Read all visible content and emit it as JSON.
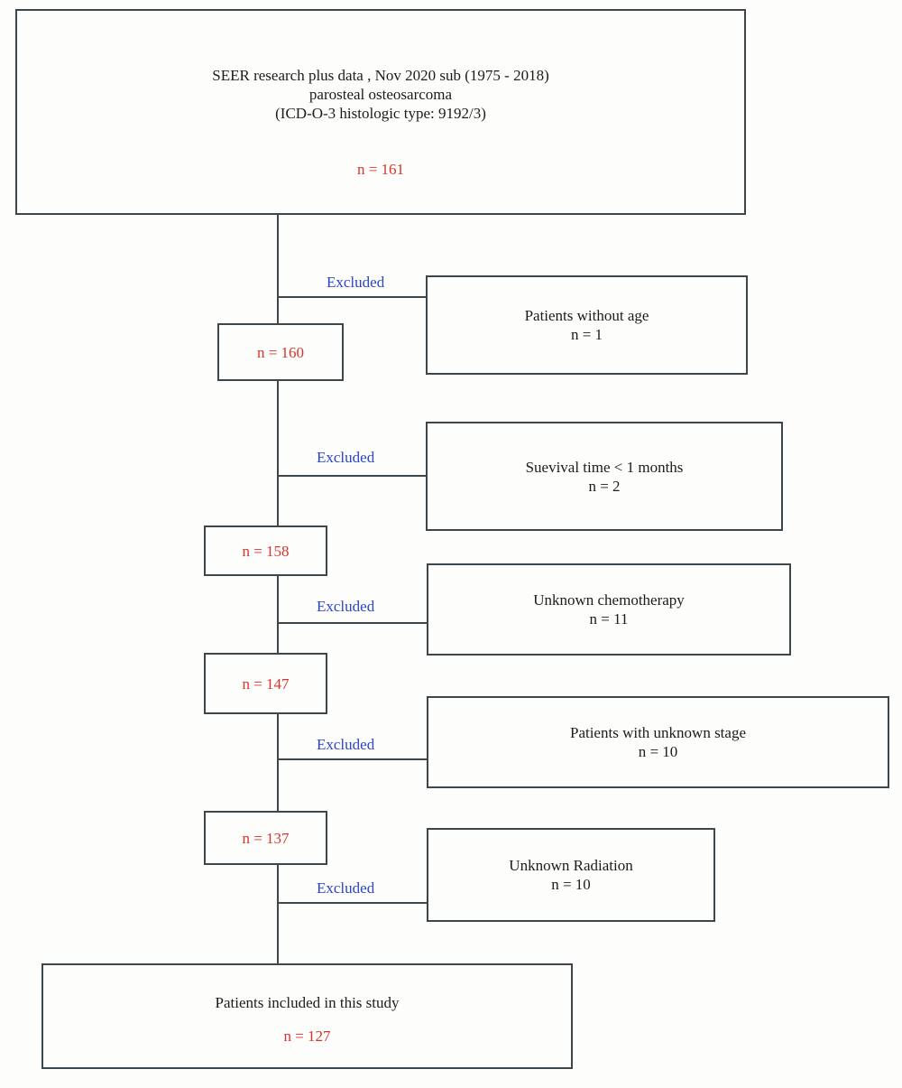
{
  "colors": {
    "count_red": "#d9342b",
    "excluded_blue": "#2b45c8",
    "line": "#3d464a"
  },
  "title_box": {
    "line1": "SEER research plus data , Nov 2020 sub (1975 - 2018)",
    "line2": "parosteal osteosarcoma",
    "line3": "(ICD-O-3 histologic type: 9192/3)",
    "count": "n = 161"
  },
  "steps": [
    {
      "excluded_label": "Excluded",
      "reason": "Patients without age",
      "reason_count": "n = 1",
      "remaining_count": "n = 160"
    },
    {
      "excluded_label": "Excluded",
      "reason": "Suevival time < 1 months",
      "reason_count": "n = 2",
      "remaining_count": "n = 158"
    },
    {
      "excluded_label": "Excluded",
      "reason": "Unknown chemotherapy",
      "reason_count": "n = 11",
      "remaining_count": "n = 147"
    },
    {
      "excluded_label": "Excluded",
      "reason": "Patients with unknown stage",
      "reason_count": "n = 10",
      "remaining_count": "n = 137"
    },
    {
      "excluded_label": "Excluded",
      "reason": "Unknown Radiation",
      "reason_count": "n = 10"
    }
  ],
  "final_box": {
    "label": "Patients included in this study",
    "count": "n = 127"
  }
}
